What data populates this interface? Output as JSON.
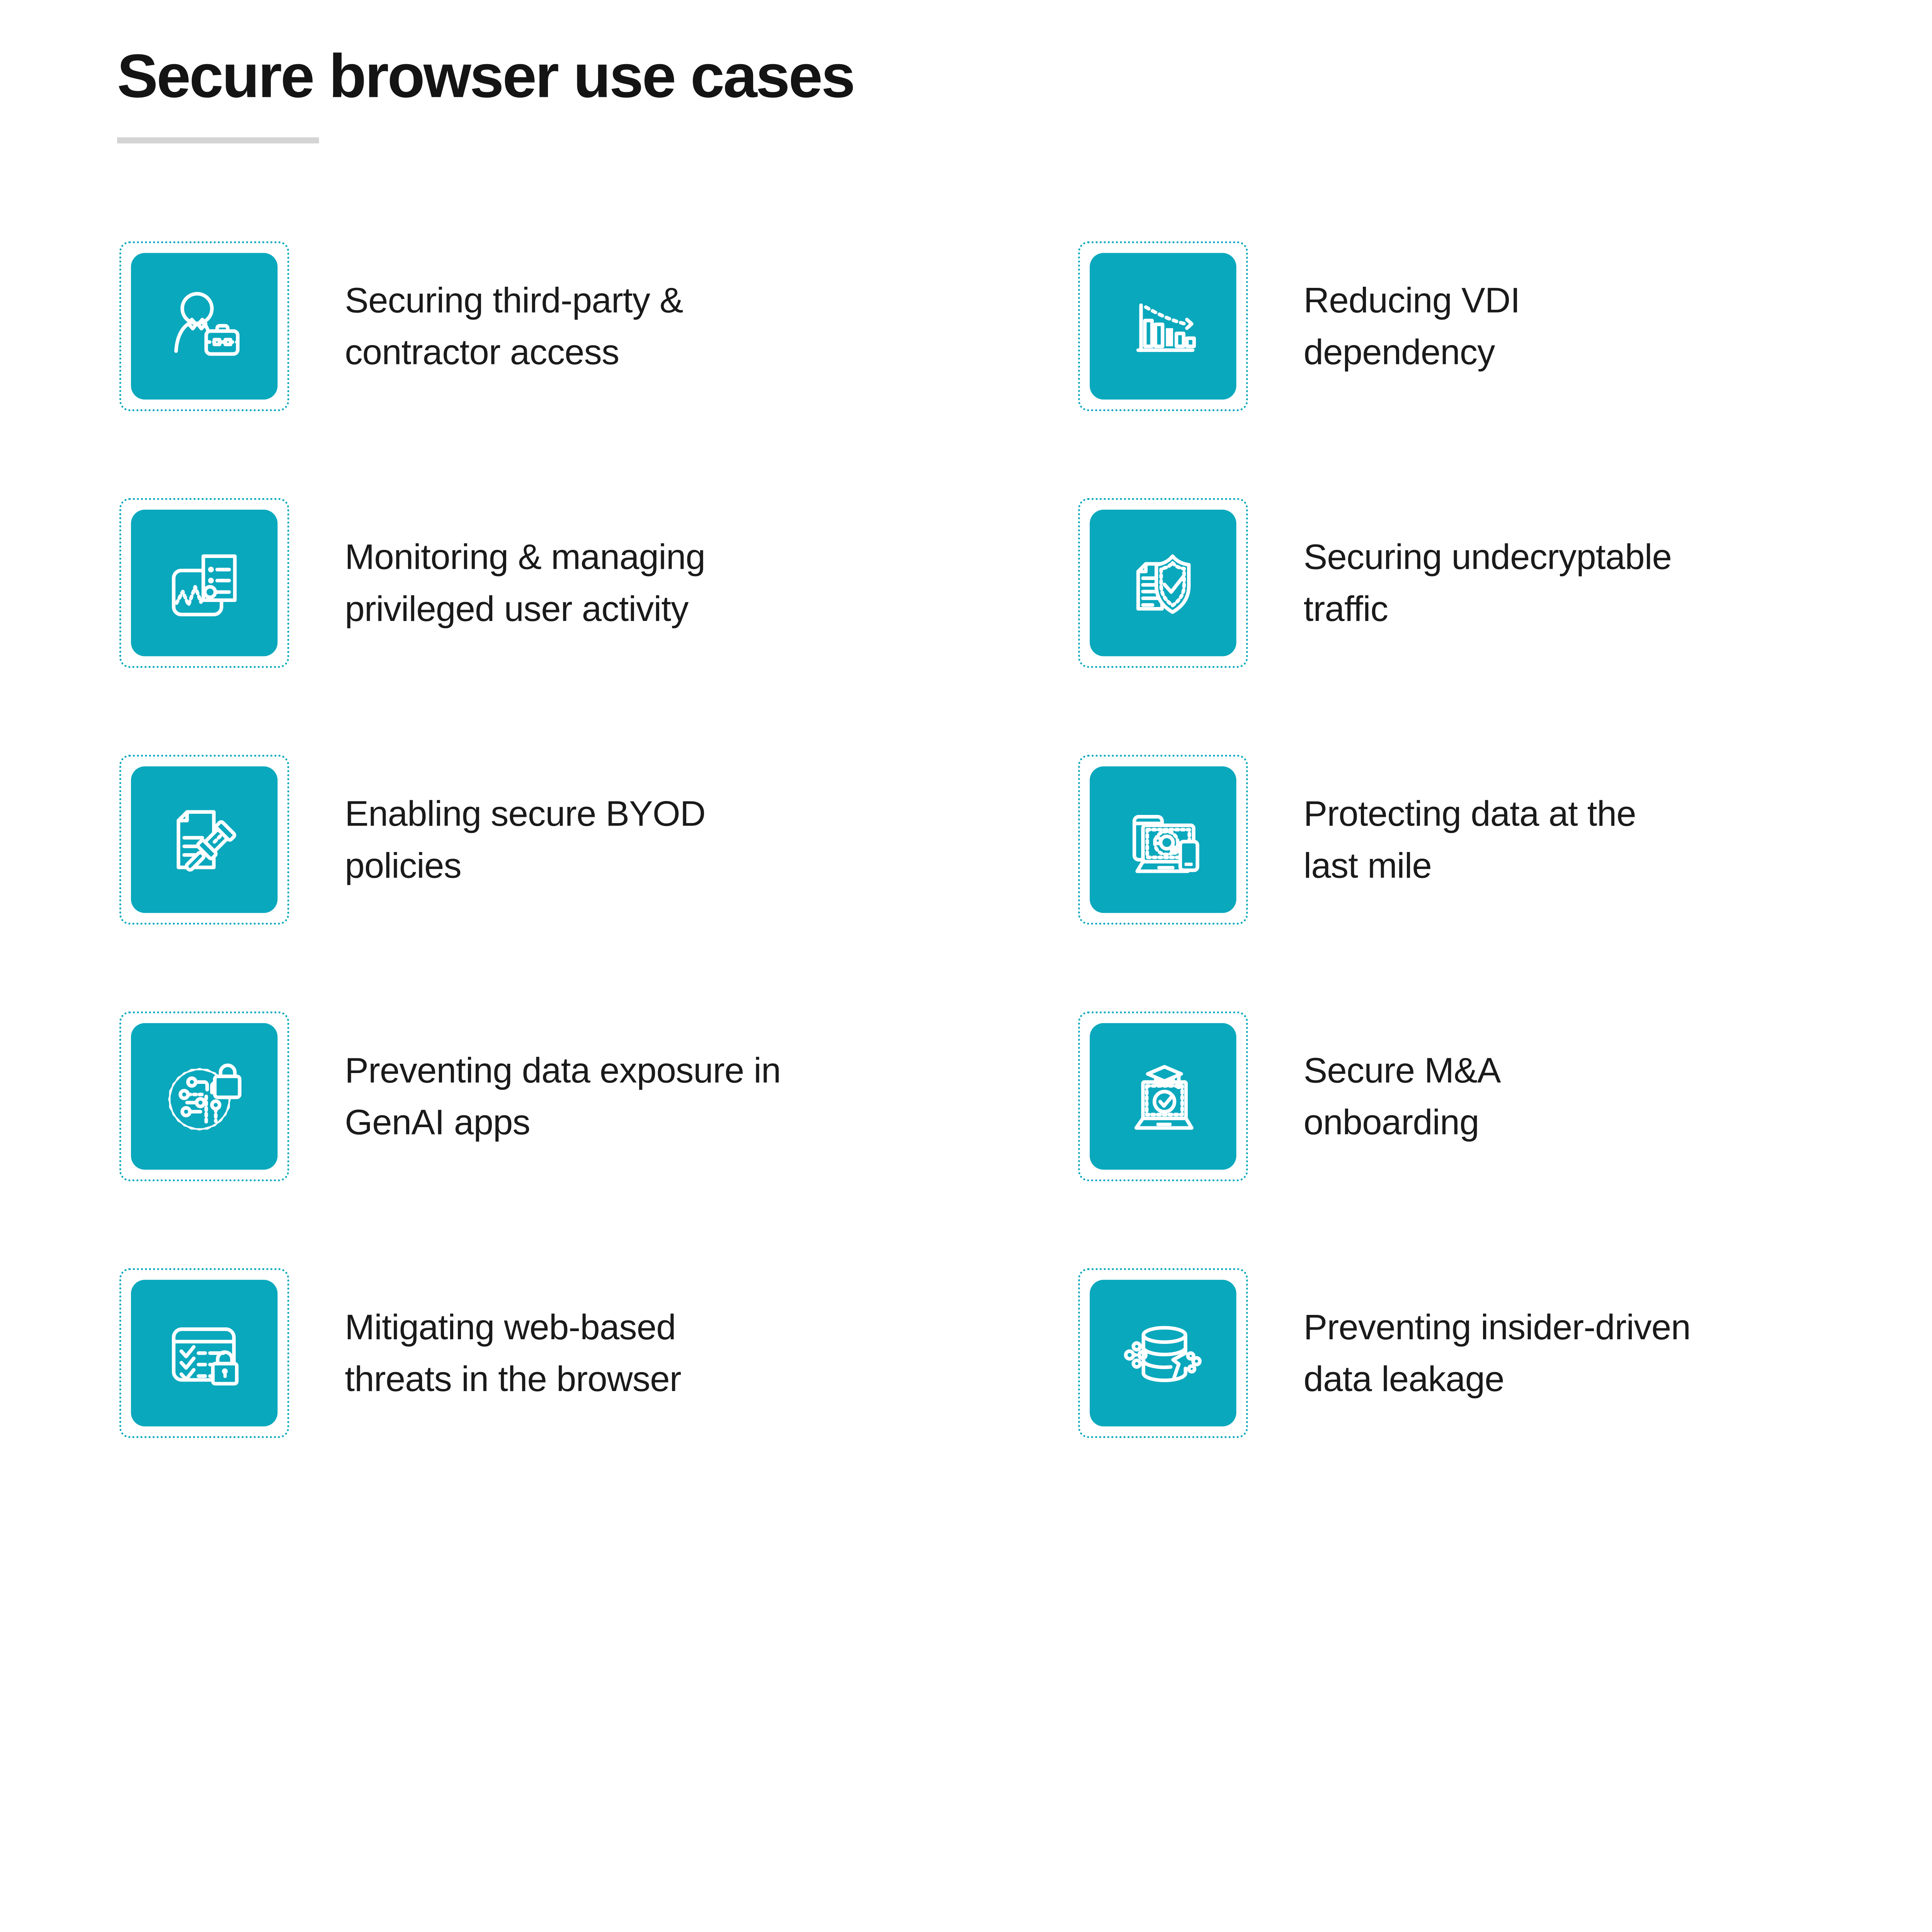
{
  "header": {
    "title": "Secure browser use cases"
  },
  "theme": {
    "tile_color": "#0aa8bd",
    "icon_color": "#ffffff",
    "text_color": "#1a1a1a",
    "title_color": "#141414",
    "underline_color": "#d4d4d4"
  },
  "items": [
    {
      "icon": "person-briefcase-icon",
      "lines": [
        "Securing third-party &",
        "contractor access"
      ]
    },
    {
      "icon": "privileged-activity-icon",
      "lines": [
        "Monitoring & managing",
        "privileged user activity"
      ]
    },
    {
      "icon": "document-gavel-icon",
      "lines": [
        "Enabling secure BYOD",
        "policies"
      ]
    },
    {
      "icon": "genai-brain-lock-icon",
      "lines": [
        "Preventing data exposure in",
        "GenAI apps"
      ]
    },
    {
      "icon": "browser-checklist-lock-icon",
      "lines": [
        "Mitigating web-based",
        "threats in the browser"
      ]
    },
    {
      "icon": "declining-bar-chart-icon",
      "lines": [
        "Reducing VDI",
        "dependency"
      ]
    },
    {
      "icon": "shield-check-document-icon",
      "lines": [
        "Securing undecryptable",
        "traffic"
      ]
    },
    {
      "icon": "multi-device-icon",
      "lines": [
        "Protecting data at the",
        "last mile"
      ]
    },
    {
      "icon": "laptop-graduation-icon",
      "lines": [
        "Secure M&A",
        "onboarding"
      ]
    },
    {
      "icon": "database-leak-icon",
      "lines": [
        "Preventing insider-driven",
        "data leakage"
      ]
    }
  ]
}
